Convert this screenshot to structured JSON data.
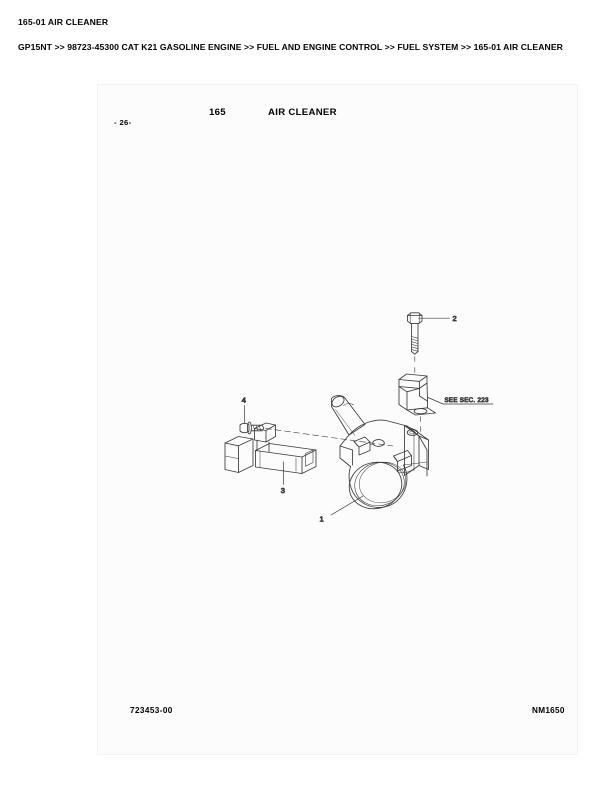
{
  "header": {
    "title": "165-01 AIR CLEANER",
    "breadcrumb": "GP15NT >> 98723-45300 CAT K21 GASOLINE ENGINE >> FUEL AND ENGINE CONTROL >> FUEL SYSTEM >> 165-01 AIR CLEANER"
  },
  "diagram": {
    "page_number": "- 26-",
    "section_number": "165",
    "section_title": "AIR CLEANER",
    "section_reference": "SEE  SEC. 223",
    "callouts": [
      {
        "id": "1",
        "label": "1"
      },
      {
        "id": "2",
        "label": "2"
      },
      {
        "id": "3",
        "label": "3"
      },
      {
        "id": "4",
        "label": "4"
      }
    ]
  },
  "footer": {
    "document_number": "723453-00",
    "figure_code": "NM1650"
  },
  "colors": {
    "line": "#3a3a3a",
    "text": "#000000",
    "frame": "#f2f2f2",
    "frame_fill": "#fcfcfc"
  }
}
